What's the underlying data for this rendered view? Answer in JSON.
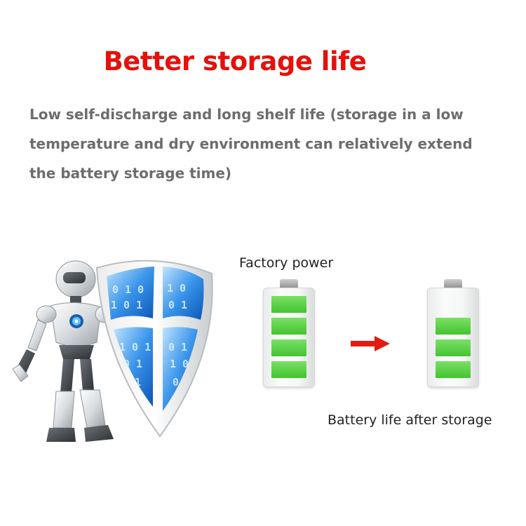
{
  "title": "Better storage life",
  "description": {
    "line1": "Low self-discharge and long shelf life (storage in a low",
    "line2": "temperature and dry environment can relatively extend",
    "line3": "the battery storage time)"
  },
  "factory_label": "Factory power",
  "after_label": "Battery life after storage",
  "battery_factory": {
    "level": 1.0,
    "bars_filled": 4,
    "bars_total": 4
  },
  "battery_after": {
    "level": 0.75,
    "bars_filled": 3,
    "bars_total": 4
  },
  "colors": {
    "title": "#e3120b",
    "description": "#6d6d6d",
    "arrow": "#e31b13",
    "battery_fill": "#4fc93a",
    "shield_binary": "#2f8ee6"
  },
  "icons": [
    "robot-icon",
    "shield-icon",
    "battery-full-icon",
    "battery-partial-icon",
    "red-arrow-icon"
  ]
}
